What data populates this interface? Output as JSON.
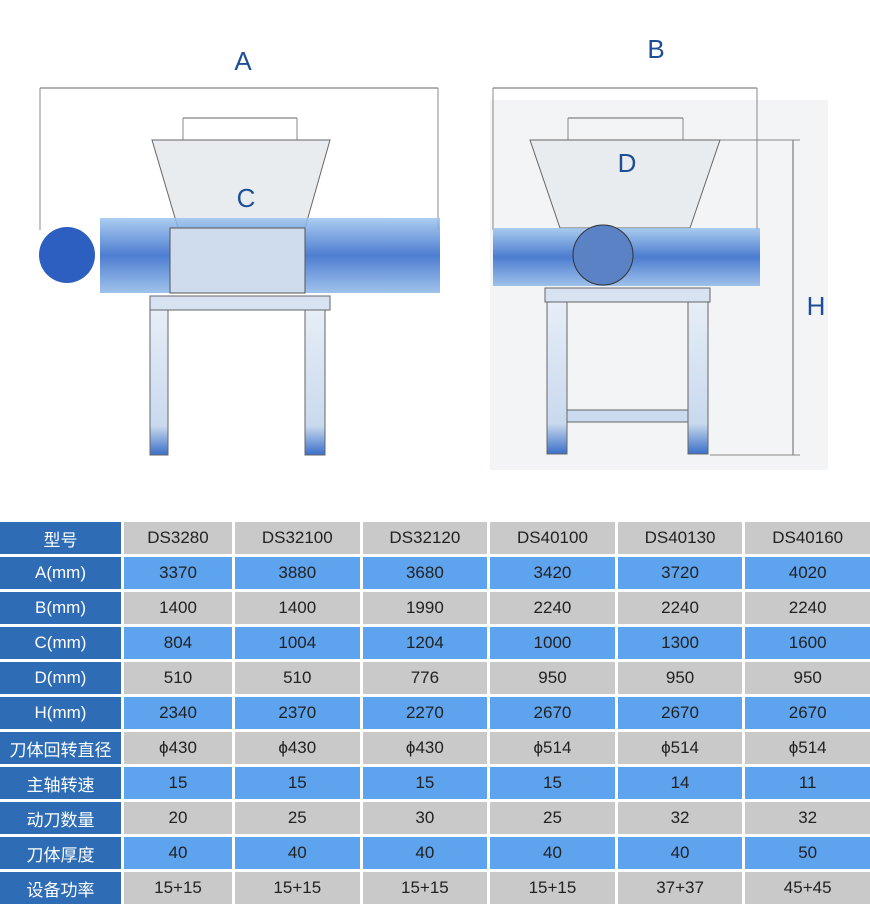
{
  "diagram": {
    "labels": {
      "a": "A",
      "b": "B",
      "c": "C",
      "d": "D",
      "h": "H"
    }
  },
  "table": {
    "header": {
      "label": "型号",
      "models": [
        "DS3280",
        "DS32100",
        "DS32120",
        "DS40100",
        "DS40130",
        "DS40160"
      ]
    },
    "rows": [
      {
        "label": "A(mm)",
        "values": [
          "3370",
          "3880",
          "3680",
          "3420",
          "3720",
          "4020"
        ]
      },
      {
        "label": "B(mm)",
        "values": [
          "1400",
          "1400",
          "1990",
          "2240",
          "2240",
          "2240"
        ]
      },
      {
        "label": "C(mm)",
        "values": [
          "804",
          "1004",
          "1204",
          "1000",
          "1300",
          "1600"
        ]
      },
      {
        "label": "D(mm)",
        "values": [
          "510",
          "510",
          "776",
          "950",
          "950",
          "950"
        ]
      },
      {
        "label": "H(mm)",
        "values": [
          "2340",
          "2370",
          "2270",
          "2670",
          "2670",
          "2670"
        ]
      },
      {
        "label": "刀体回转直径",
        "values": [
          "ϕ430",
          "ϕ430",
          "ϕ430",
          "ϕ514",
          "ϕ514",
          "ϕ514"
        ]
      },
      {
        "label": "主轴转速",
        "values": [
          "15",
          "15",
          "15",
          "15",
          "14",
          "11"
        ]
      },
      {
        "label": "动刀数量",
        "values": [
          "20",
          "25",
          "30",
          "25",
          "32",
          "32"
        ]
      },
      {
        "label": "刀体厚度",
        "values": [
          "40",
          "40",
          "40",
          "40",
          "40",
          "50"
        ]
      },
      {
        "label": "设备功率",
        "values": [
          "15+15",
          "15+15",
          "15+15",
          "15+15",
          "37+37",
          "45+45"
        ]
      }
    ]
  }
}
